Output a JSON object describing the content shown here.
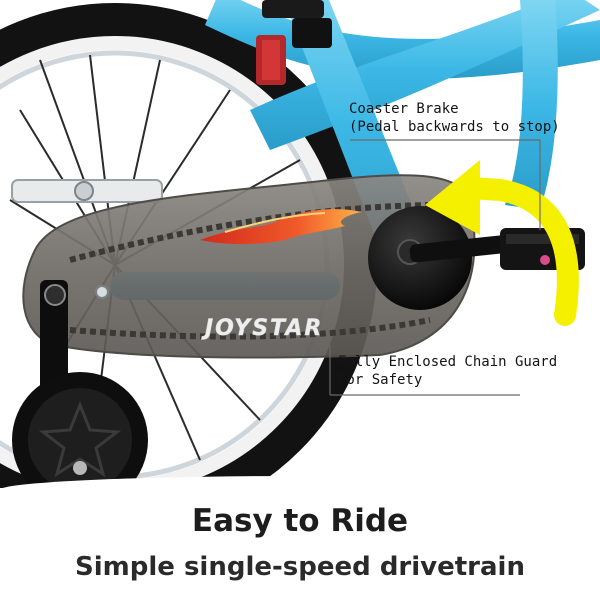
{
  "callouts": {
    "coaster_brake": "Coaster Brake\n(Pedal backwards to stop)",
    "chain_guard": "Fully Enclosed Chain Guard\nFor Safety"
  },
  "brand": {
    "logo_text": "JOYSTAR"
  },
  "caption": {
    "title": "Easy to Ride",
    "subtitle": "Simple single-speed drivetrain"
  },
  "colors": {
    "frame": "#3cb8e6",
    "guard": "#6f6b66",
    "arrow": "#f4f000",
    "tire": "#141414",
    "flame": "#e8472a"
  }
}
